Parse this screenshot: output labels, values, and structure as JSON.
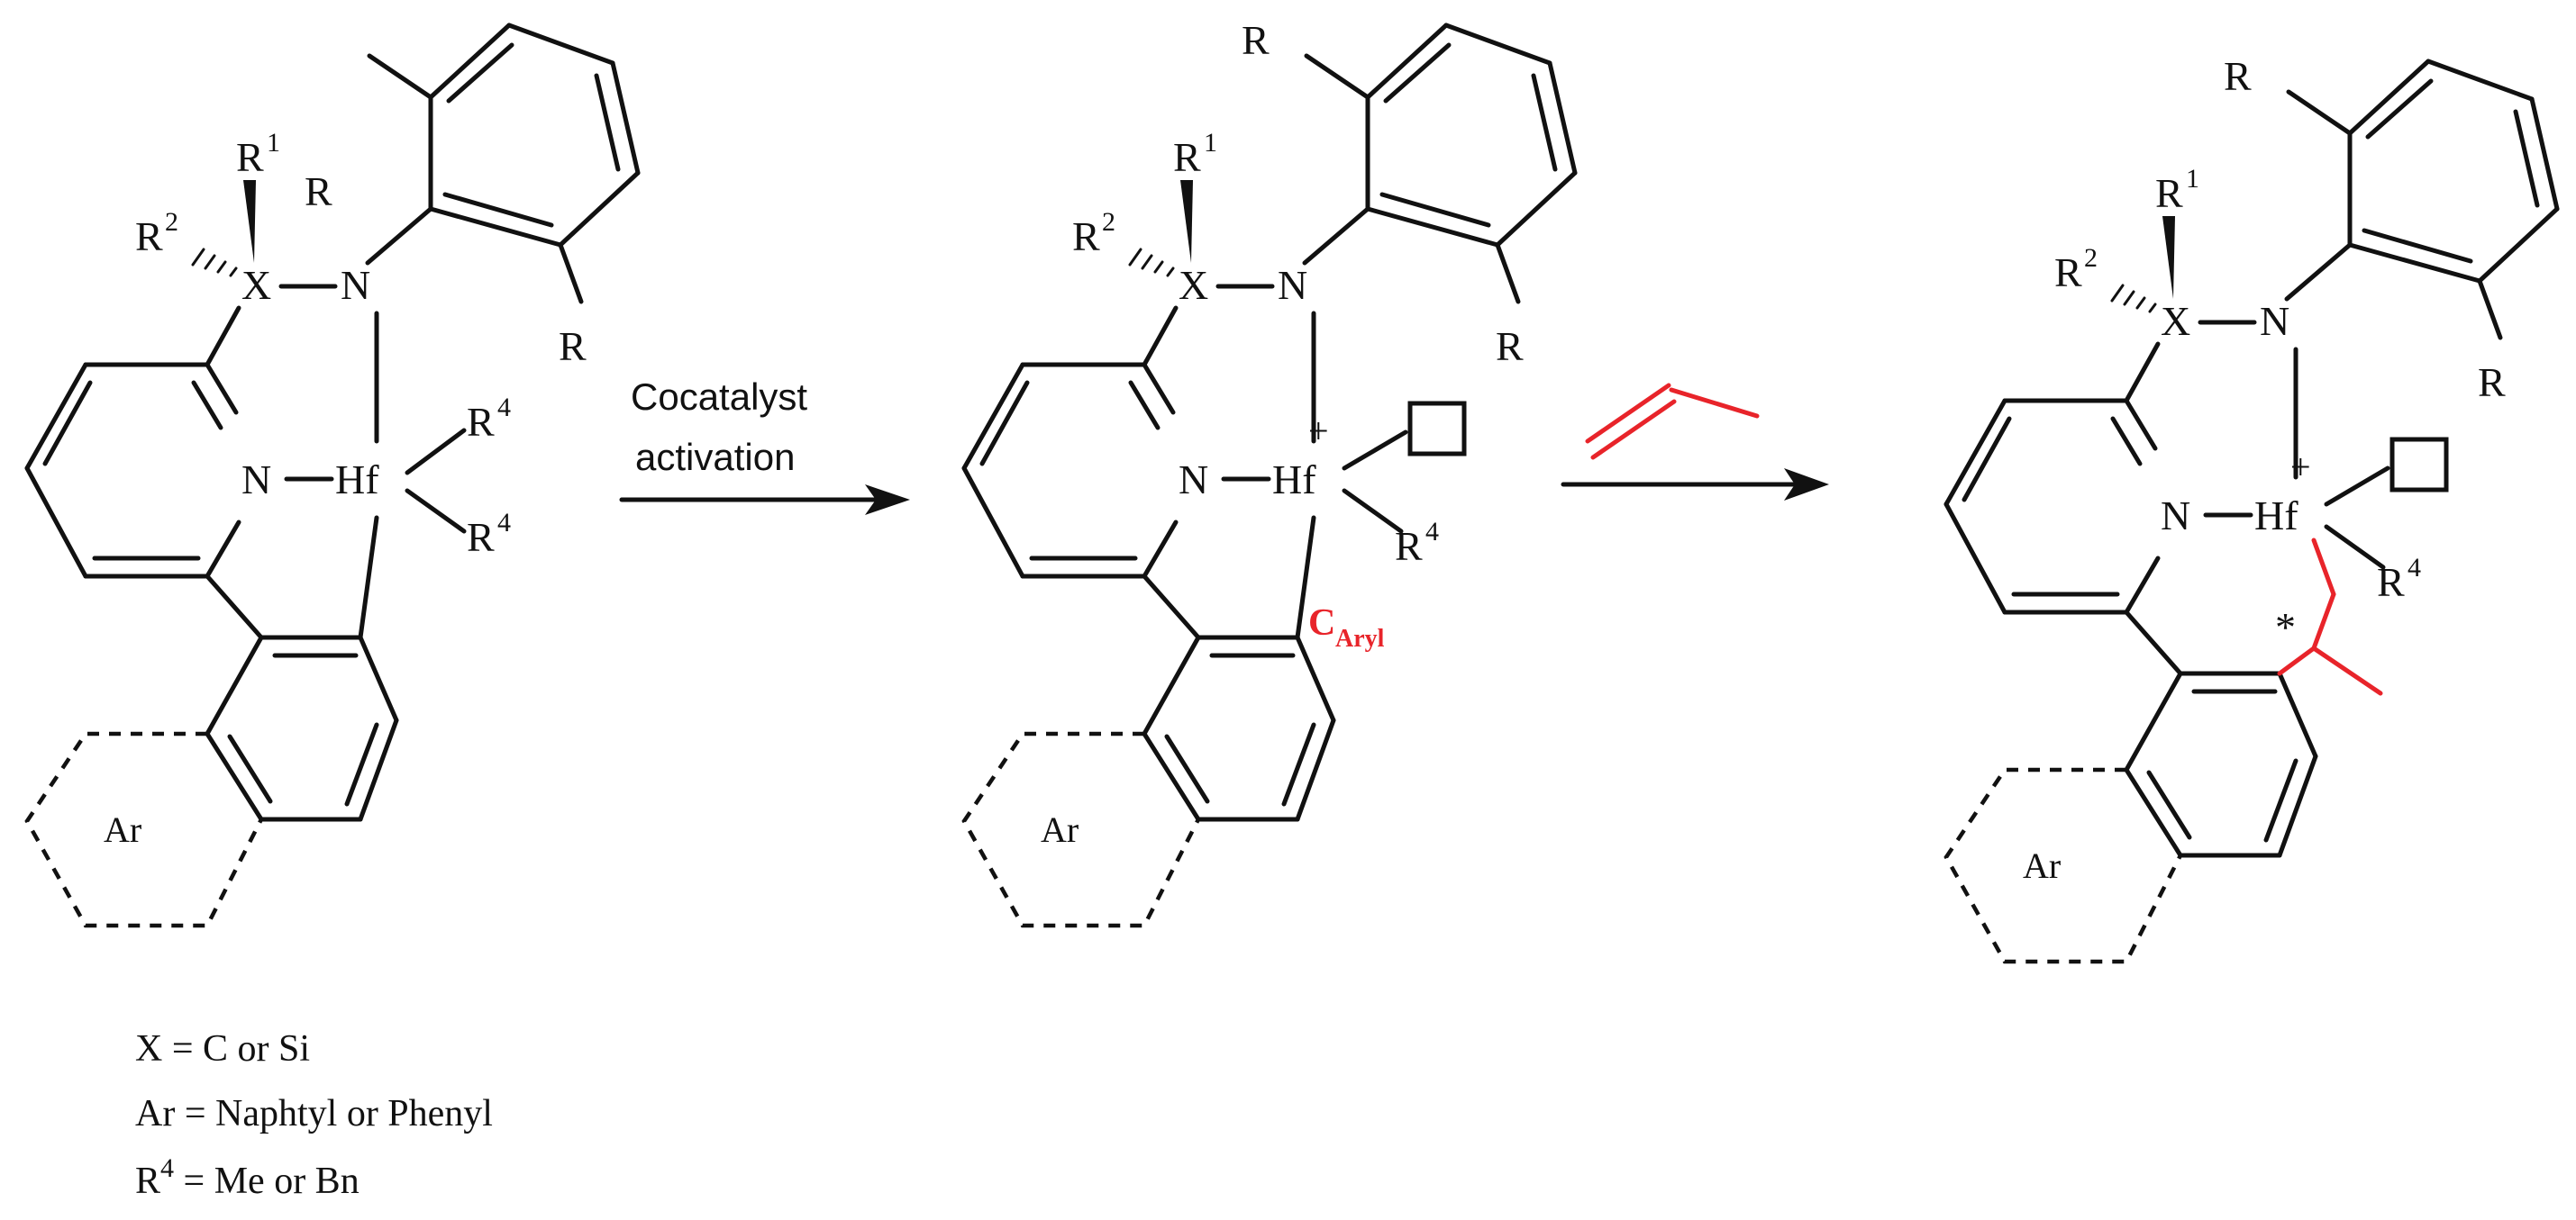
{
  "scheme": {
    "reagent_label_line1": "Cocatalyst",
    "reagent_label_line2": "activation",
    "atoms": {
      "R": "R",
      "R1": "R",
      "R1_sup": "1",
      "R2": "R",
      "R2_sup": "2",
      "R4": "R",
      "R4_sup": "4",
      "X": "X",
      "N": "N",
      "Hf": "Hf",
      "Ar": "Ar",
      "plus": "+",
      "star": "*",
      "C_aryl_main": "C",
      "C_aryl_sub": "Aryl"
    },
    "legend": {
      "line1": "X = C or Si",
      "line2": "Ar = Naphtyl or Phenyl",
      "line3_sup": "4",
      "line3_prefix": "R",
      "line3_rest": " = Me or Bn"
    },
    "colors": {
      "ink": "#111111",
      "accent": "#e8242a"
    }
  }
}
